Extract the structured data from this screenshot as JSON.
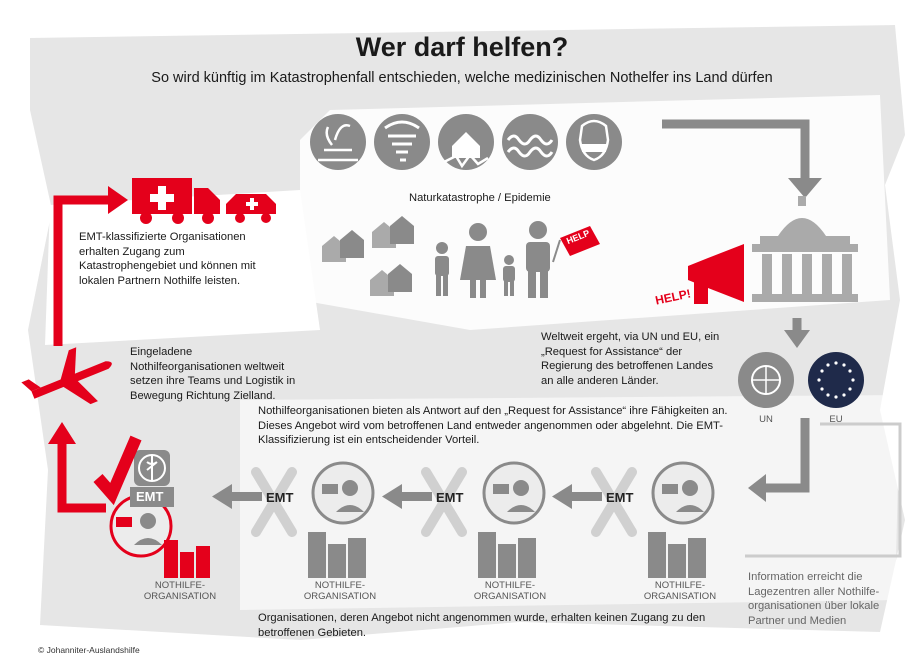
{
  "header": {
    "title": "Wer darf helfen?",
    "subtitle": "So wird künftig im Katastrophenfall entschieden, welche medizinischen Nothelfer ins Land dürfen"
  },
  "disaster": {
    "label": "Naturkatastrophe / Epidemie",
    "icons": [
      "drought-icon",
      "tornado-icon",
      "earthquake-icon",
      "flood-icon",
      "epidemic-mask-icon"
    ],
    "flag_text": "HELP"
  },
  "government": {
    "shout_text": "HELP!"
  },
  "texts": {
    "emt_classified": "EMT-klassifizierte Organisationen erhalten Zugang zum Katastrophengebiet und können mit lokalen Partnern Nothilfe leisten.",
    "invited": "Eingeladene Nothilfeorganisationen weltweit setzen ihre Teams und Logistik in Bewegung Richtung Zielland.",
    "request": "Weltweit ergeht, via UN und EU, ein „Request for Assistance“ der Regierung des betroffenen Landes an alle anderen Länder.",
    "offer": "Nothilfeorganisationen bieten als Antwort auf den „Request for Assistance“ ihre Fähigkeiten an. Dieses Angebot wird vom betroffenen Land entweder angenommen oder abgelehnt. Die EMT-Klassifizierung ist ein entscheidender Vorteil.",
    "rejected": "Organisationen, deren Angebot nicht angenommen wurde, erhalten keinen Zugang zu den betroffenen Gebieten.",
    "information": "Information erreicht die Lagezentren aller Nothilfe-organisationen über lokale Partner und Medien"
  },
  "institutions": {
    "un": "UN",
    "eu": "EU"
  },
  "emt_label": "EMT",
  "org_label_line1": "NOTHILFE-",
  "org_label_line2": "ORGANISATION",
  "copyright": "© Johanniter-Auslandshilfe",
  "colors": {
    "red": "#e4001b",
    "dark_gray": "#8a8a8a",
    "light_gray": "#e3e3e3",
    "navy": "#1f2a4a"
  }
}
